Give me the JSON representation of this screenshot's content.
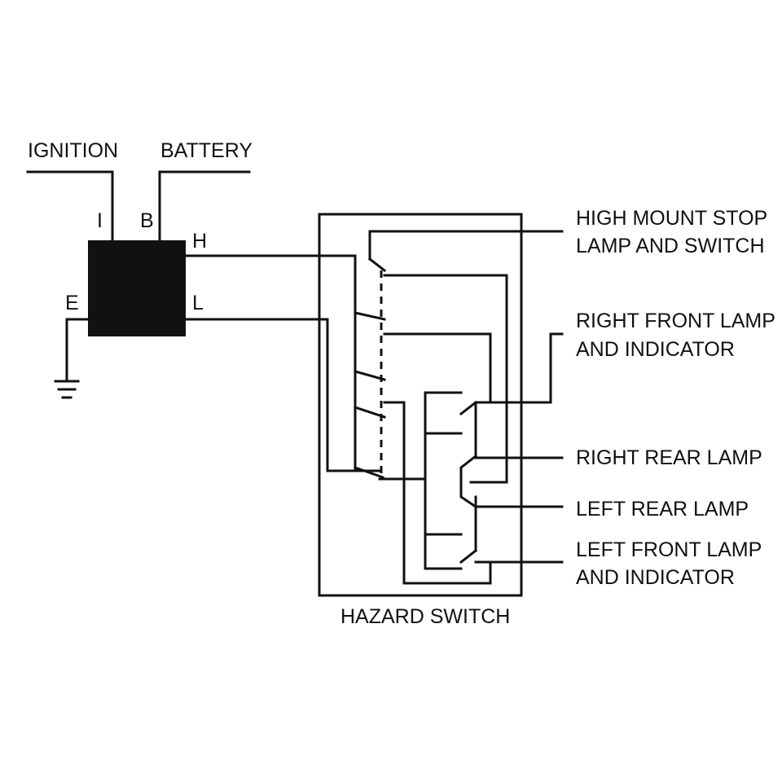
{
  "supply": {
    "ignition": "IGNITION",
    "battery": "BATTERY"
  },
  "flasher": {
    "terminal_i": "I",
    "terminal_b": "B",
    "terminal_h": "H",
    "terminal_l": "L",
    "terminal_e": "E"
  },
  "outputs": {
    "high_mount_stop_line1": "HIGH MOUNT STOP",
    "high_mount_stop_line2": "LAMP AND SWITCH",
    "right_front_line1": "RIGHT FRONT LAMP",
    "right_front_line2": "AND INDICATOR",
    "right_rear": "RIGHT REAR LAMP",
    "left_rear": "LEFT REAR LAMP",
    "left_front_line1": "LEFT FRONT LAMP",
    "left_front_line2": "AND INDICATOR"
  },
  "switch": {
    "title": "HAZARD SWITCH"
  },
  "colors": {
    "ink": "#111111",
    "background": "#ffffff"
  }
}
